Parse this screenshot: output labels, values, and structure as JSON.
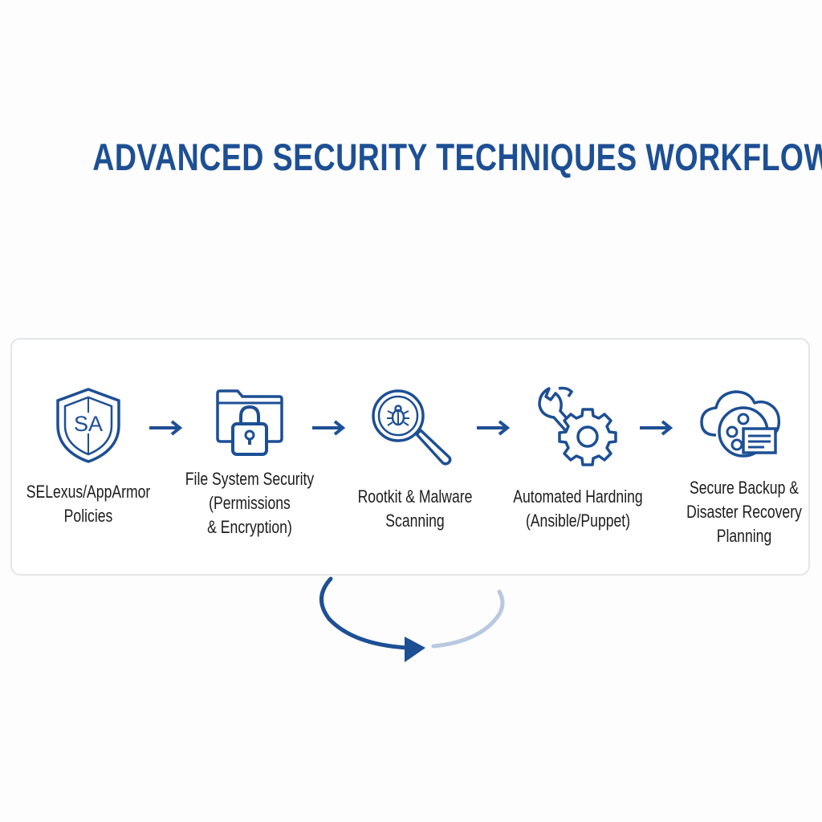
{
  "title": "ADVANCED SECURITY TECHNIQUES WORKFLOW",
  "colors": {
    "accent": "#1d4f94",
    "cycle_light": "#b8c8df",
    "text": "#1c1c1c"
  },
  "steps": [
    {
      "icon": "shield-icon",
      "icon_text": "SA",
      "lines": [
        "SELexus/AppArmor",
        "Policies"
      ]
    },
    {
      "icon": "folder-lock-icon",
      "lines": [
        "File System Security",
        "(Permissions",
        "& Encryption)"
      ]
    },
    {
      "icon": "magnifier-bug-icon",
      "lines": [
        "Rootkit & Malware",
        "Scanning"
      ]
    },
    {
      "icon": "wrench-gear-icon",
      "lines": [
        "Automated Hardning",
        "(Ansible/Puppet)"
      ]
    },
    {
      "icon": "cloud-backup-icon",
      "lines": [
        "Secure Backup &",
        "Disaster Recovery",
        "Planning"
      ]
    }
  ]
}
